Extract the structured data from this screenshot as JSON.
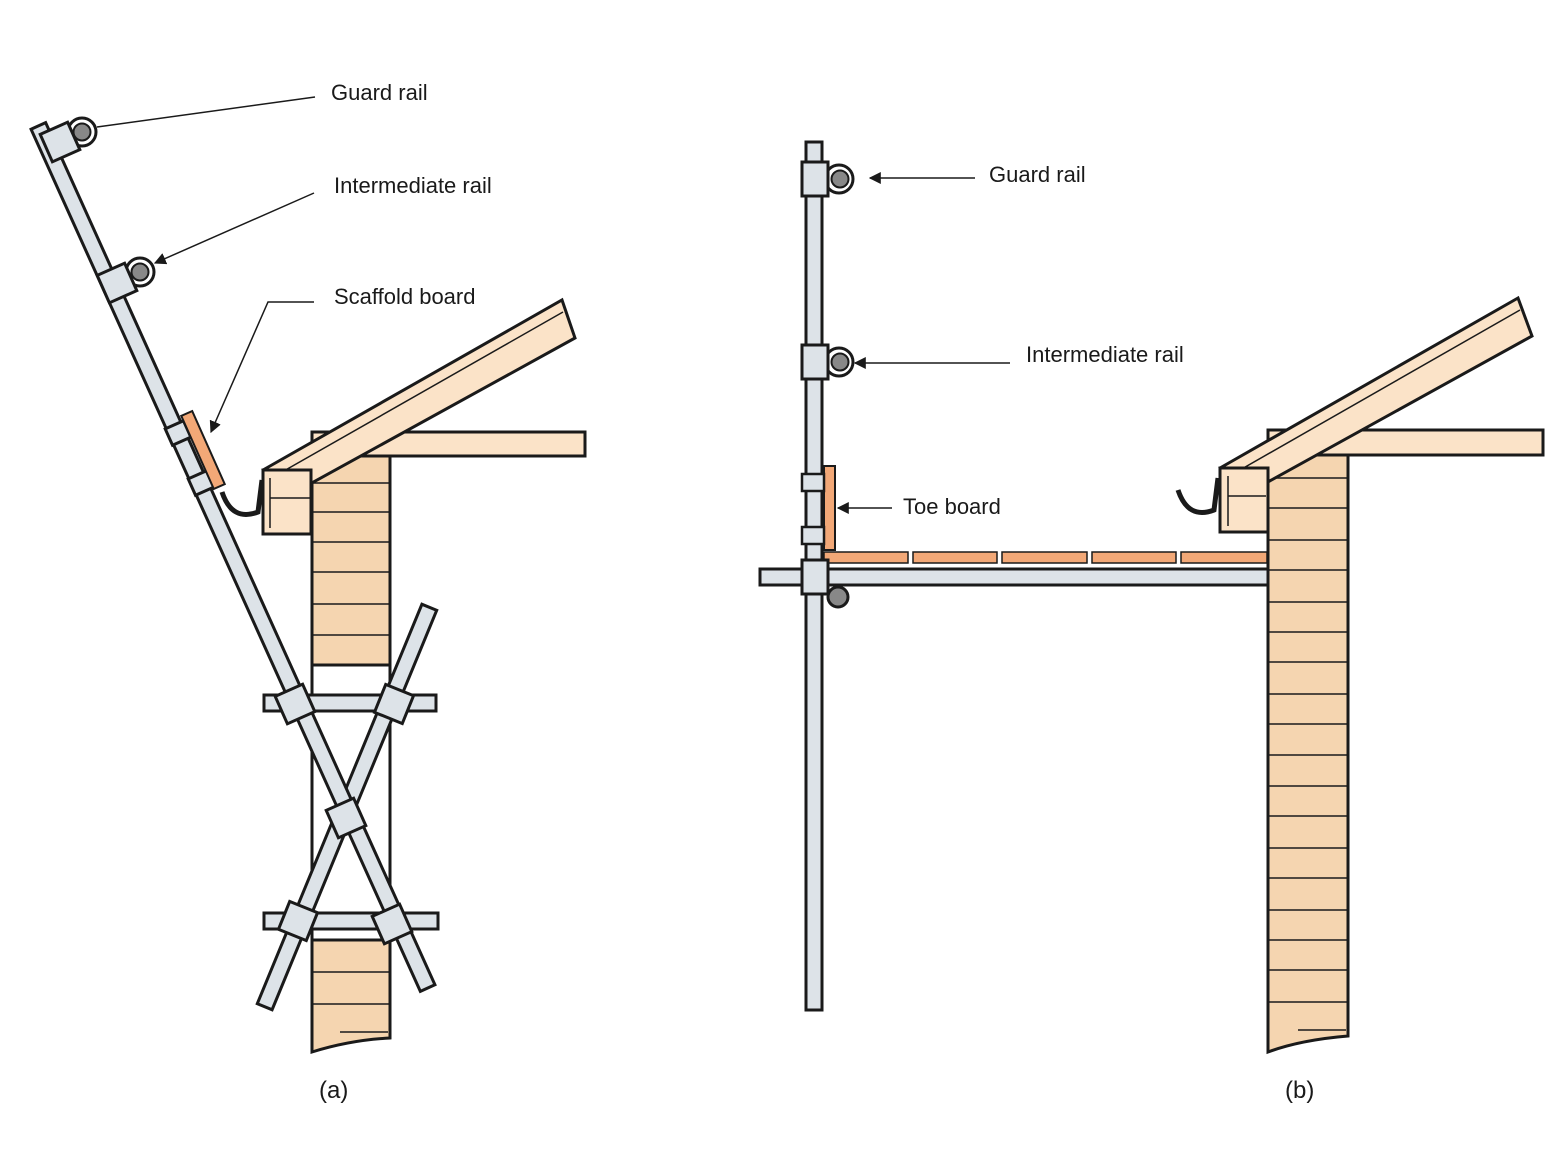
{
  "diagram_a": {
    "guard_rail_label": "Guard rail",
    "intermediate_rail_label": "Intermediate rail",
    "scaffold_board_label": "Scaffold board",
    "caption": "(a)"
  },
  "diagram_b": {
    "guard_rail_label": "Guard rail",
    "intermediate_rail_label": "Intermediate rail",
    "toe_board_label": "Toe board",
    "caption": "(b)"
  },
  "colors": {
    "tube": "#dde3e8",
    "outline": "#1a1a1a",
    "brick": "#f5d5b0",
    "timber": "#fbe3c8",
    "board": "#f2a877",
    "rail_end": "#888888"
  }
}
